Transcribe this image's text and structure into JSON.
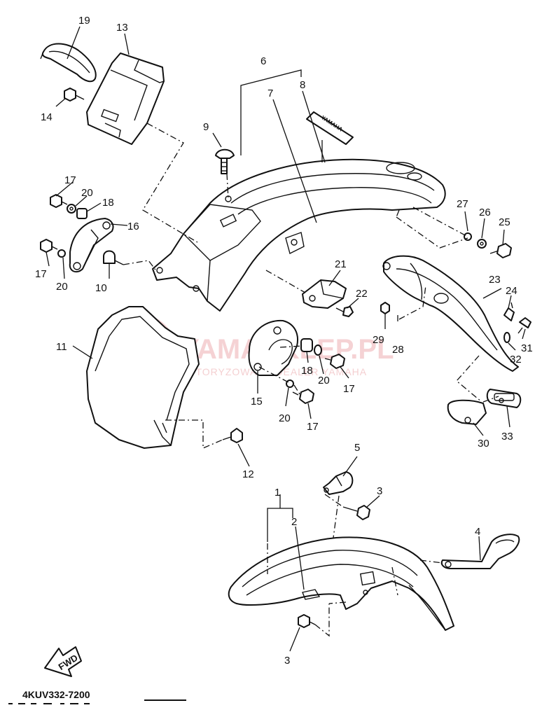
{
  "diagram": {
    "callouts": [
      "19",
      "13",
      "14",
      "6",
      "7",
      "8",
      "9",
      "17",
      "20",
      "18",
      "16",
      "17",
      "20",
      "10",
      "27",
      "26",
      "25",
      "21",
      "22",
      "23",
      "24",
      "29",
      "28",
      "31",
      "32",
      "11",
      "18",
      "20",
      "17",
      "15",
      "20",
      "17",
      "12",
      "30",
      "33",
      "5",
      "1",
      "3",
      "2",
      "4",
      "3"
    ],
    "part_code": "4KUV332-7200",
    "fwd_label": "FWD",
    "badge_text": "YAMAHA",
    "watermark": {
      "main": "YAMASKLEP.PL",
      "sub": "AUTORYZOWANY DEALER YAMAHA"
    },
    "colors": {
      "line": "#111111",
      "watermark": "#f2c4c6"
    }
  }
}
